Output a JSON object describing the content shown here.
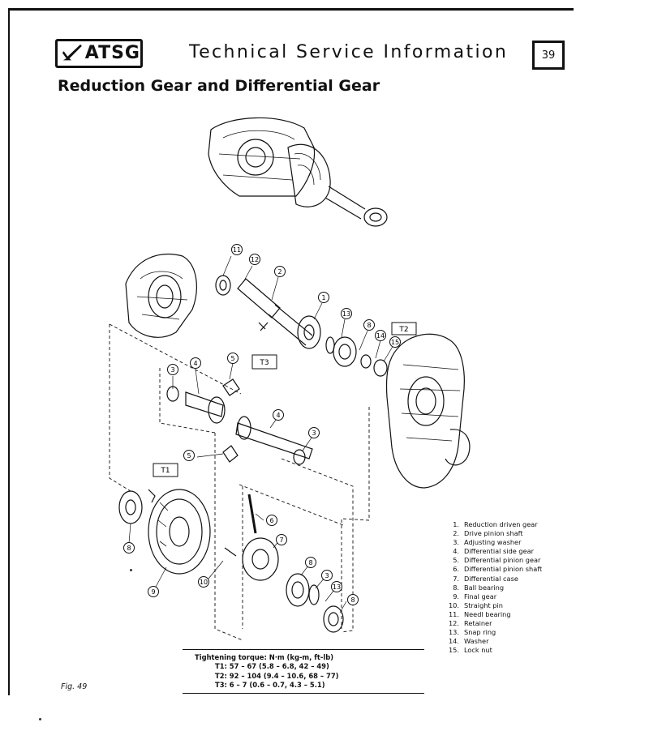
{
  "header": {
    "logo_text": "ATSG",
    "title": "Technical Service Information",
    "page_number": "39"
  },
  "section_title": "Reduction Gear and Differential Gear",
  "diagram": {
    "callouts": [
      "11",
      "12",
      "2",
      "1",
      "13",
      "8",
      "14",
      "15",
      "4",
      "5",
      "3",
      "4",
      "3",
      "5",
      "6",
      "7",
      "8",
      "3",
      "13",
      "8",
      "8",
      "9",
      "10"
    ],
    "torque_boxes": [
      "T1",
      "T2",
      "T3"
    ]
  },
  "legend": [
    {
      "num": "1.",
      "label": "Reduction driven gear"
    },
    {
      "num": "2.",
      "label": "Drive pinion shaft"
    },
    {
      "num": "3.",
      "label": "Adjusting washer"
    },
    {
      "num": "4.",
      "label": "Differential side gear"
    },
    {
      "num": "5.",
      "label": "Differential pinion gear"
    },
    {
      "num": "6.",
      "label": "Differential pinion shaft"
    },
    {
      "num": "7.",
      "label": "Differential case"
    },
    {
      "num": "8.",
      "label": "Ball bearing"
    },
    {
      "num": "9.",
      "label": "Final gear"
    },
    {
      "num": "10.",
      "label": "Straight pin"
    },
    {
      "num": "11.",
      "label": "Needl bearing"
    },
    {
      "num": "12.",
      "label": "Retainer"
    },
    {
      "num": "13.",
      "label": "Snap ring"
    },
    {
      "num": "14.",
      "label": "Washer"
    },
    {
      "num": "15.",
      "label": "Lock nut"
    }
  ],
  "torque": {
    "title": "Tightening torque: N·m (kg-m, ft-lb)",
    "rows": [
      "T1: 57 – 67 (5.8 – 6.8, 42 – 49)",
      "T2: 92 – 104 (9.4 – 10.6, 68 – 77)",
      "T3: 6 – 7 (0.6 – 0.7, 4.3 – 5.1)"
    ]
  },
  "figure_label": "Fig. 49"
}
